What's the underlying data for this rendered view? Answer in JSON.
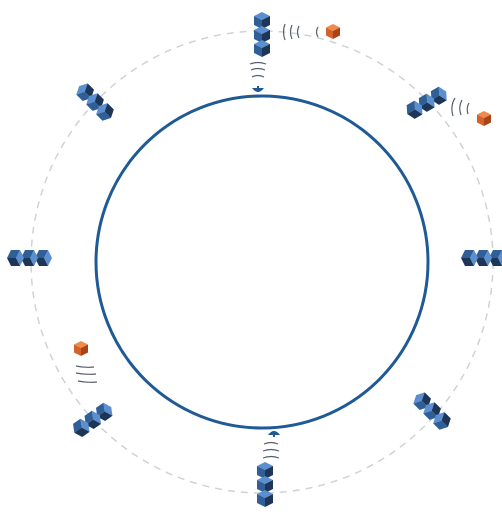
{
  "diagram": {
    "colors": {
      "background": "#ffffff",
      "planet_outline": "#1f5a96",
      "orbit_ring": "#cfd3d6",
      "satellite_dark": "#1d3557",
      "satellite_mid": "#2f5f96",
      "satellite_light": "#5b8fd0",
      "debris_orange": "#d4622b",
      "signal_waves": "#555f6a"
    },
    "icons": {
      "planet": "planet-circle-icon",
      "orbit": "dashed-orbit-ring-icon",
      "satellite": "satellite-cube-stack-icon",
      "debris": "orange-debris-cube-icon",
      "ground_station": "ground-station-dish-icon",
      "signal": "signal-waves-icon"
    },
    "satellite_count": 8,
    "debris_count": 3,
    "ground_station_count": 2
  }
}
